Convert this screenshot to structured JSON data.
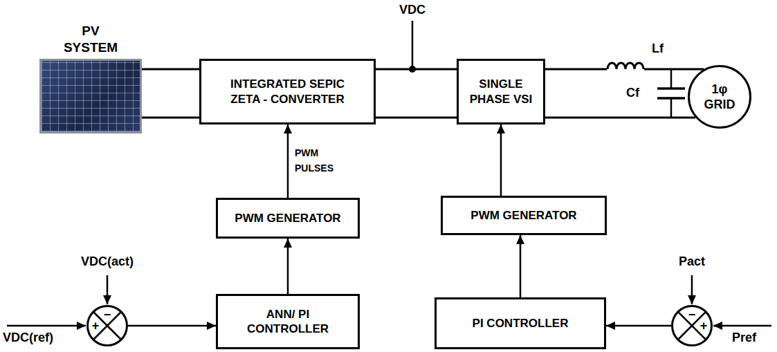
{
  "diagram": {
    "nodes": [
      {
        "text": [
          "PV SYSTEM"
        ]
      },
      {
        "text": [
          "INTEGRATED SEPIC ZETA - CONVERTER"
        ]
      },
      {
        "text": [
          "SINGLE PHASE VSI"
        ]
      },
      {
        "text": [
          "1φ GRID"
        ]
      },
      {
        "text": [
          "PWM GENERATOR"
        ]
      },
      {
        "text": [
          "PWM GENERATOR"
        ]
      },
      {
        "text": [
          "−",
          "+"
        ]
      },
      {
        "text": [
          "ANN/ PI CONTROLLER"
        ]
      },
      {
        "text": [
          "PI CONTROLLER"
        ]
      },
      {
        "text": [
          "−",
          "+"
        ]
      }
    ],
    "edges": [
      {
        "from": 0,
        "to": 1,
        "arrow": "none"
      },
      {
        "from": 0,
        "to": 1,
        "arrow": "none"
      },
      {
        "from": 1,
        "to": 2,
        "arrow": "none"
      },
      {
        "from": 1,
        "to": 2,
        "arrow": "none"
      },
      {
        "from": 2,
        "to": 3,
        "arrow": "none"
      },
      {
        "from": 2,
        "to": 3,
        "arrow": "none"
      },
      {
        "from": 4,
        "to": 1,
        "arrow": "to",
        "label": "PWM PULSES"
      },
      {
        "from": 7,
        "to": 4,
        "arrow": "to"
      },
      {
        "from": 6,
        "to": 7,
        "arrow": "to"
      },
      {
        "from": 5,
        "to": 2,
        "arrow": "to"
      },
      {
        "from": 8,
        "to": 5,
        "arrow": "to"
      },
      {
        "from": 9,
        "to": 8,
        "arrow": "to"
      }
    ],
    "labels": [
      "VDC",
      "Lf",
      "Cf",
      "VDC(act)",
      "Pact",
      "VDC(ref)",
      "Pref"
    ]
  }
}
